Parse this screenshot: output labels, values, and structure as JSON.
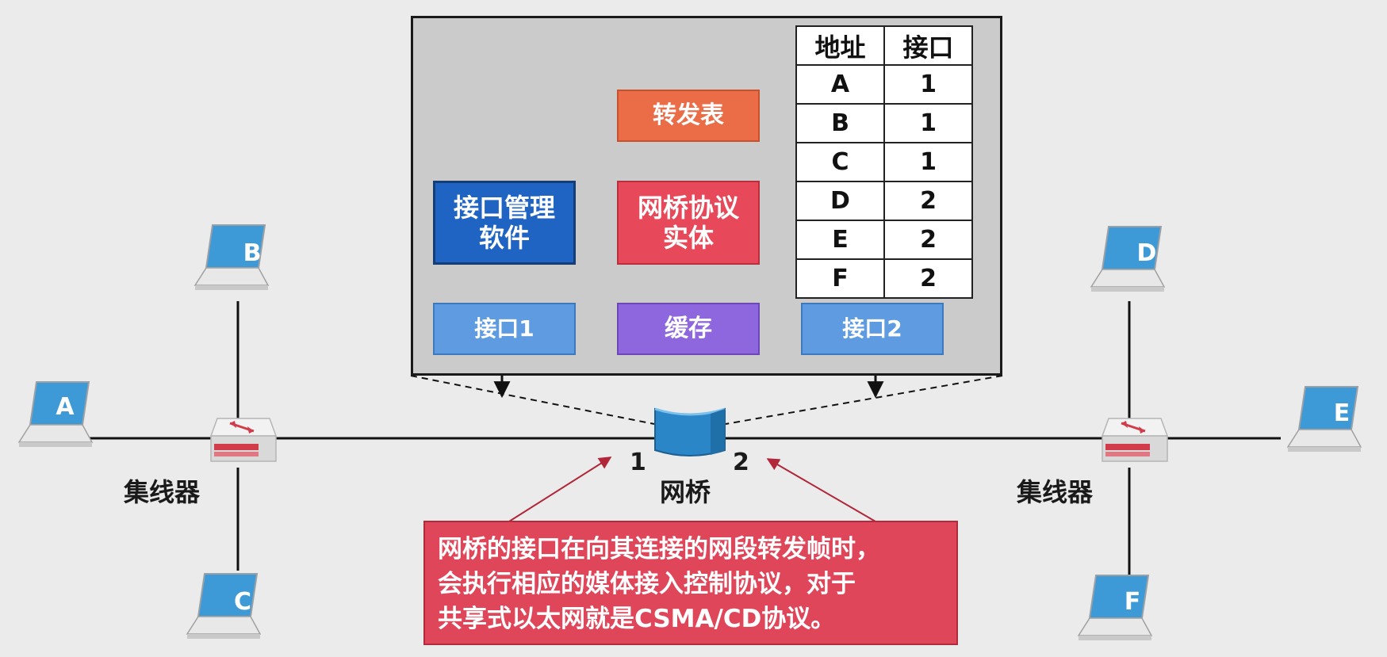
{
  "zoom_panel": {
    "forwarding_table_label": "转发表",
    "interface_mgmt_label": [
      "接口管理",
      "软件"
    ],
    "protocol_entity_label": [
      "网桥协议",
      "实体"
    ],
    "port1_label": "接口1",
    "buffer_label": "缓存",
    "port2_label": "接口2"
  },
  "forwarding_table": {
    "headers": [
      "地址",
      "接口"
    ],
    "rows": [
      [
        "A",
        "1"
      ],
      [
        "B",
        "1"
      ],
      [
        "C",
        "1"
      ],
      [
        "D",
        "2"
      ],
      [
        "E",
        "2"
      ],
      [
        "F",
        "2"
      ]
    ]
  },
  "network": {
    "left_hub_label": "集线器",
    "right_hub_label": "集线器",
    "bridge_label": "网桥",
    "bridge_port_1": "1",
    "bridge_port_2": "2",
    "hosts": [
      "A",
      "B",
      "C",
      "D",
      "E",
      "F"
    ]
  },
  "note": {
    "lines": [
      "网桥的接口在向其连接的网段转发帧时，",
      "会执行相应的媒体接入控制协议，对于",
      "共享式以太网就是CSMA/CD协议。"
    ]
  },
  "colors": {
    "forwarding_table": "#ea6d47",
    "interface_mgmt": "#1f64c2",
    "protocol_entity": "#e8495a",
    "port": "#5e9be1",
    "buffer": "#8e67de",
    "note": "#e0465a",
    "bridge": "#2b86c7"
  }
}
